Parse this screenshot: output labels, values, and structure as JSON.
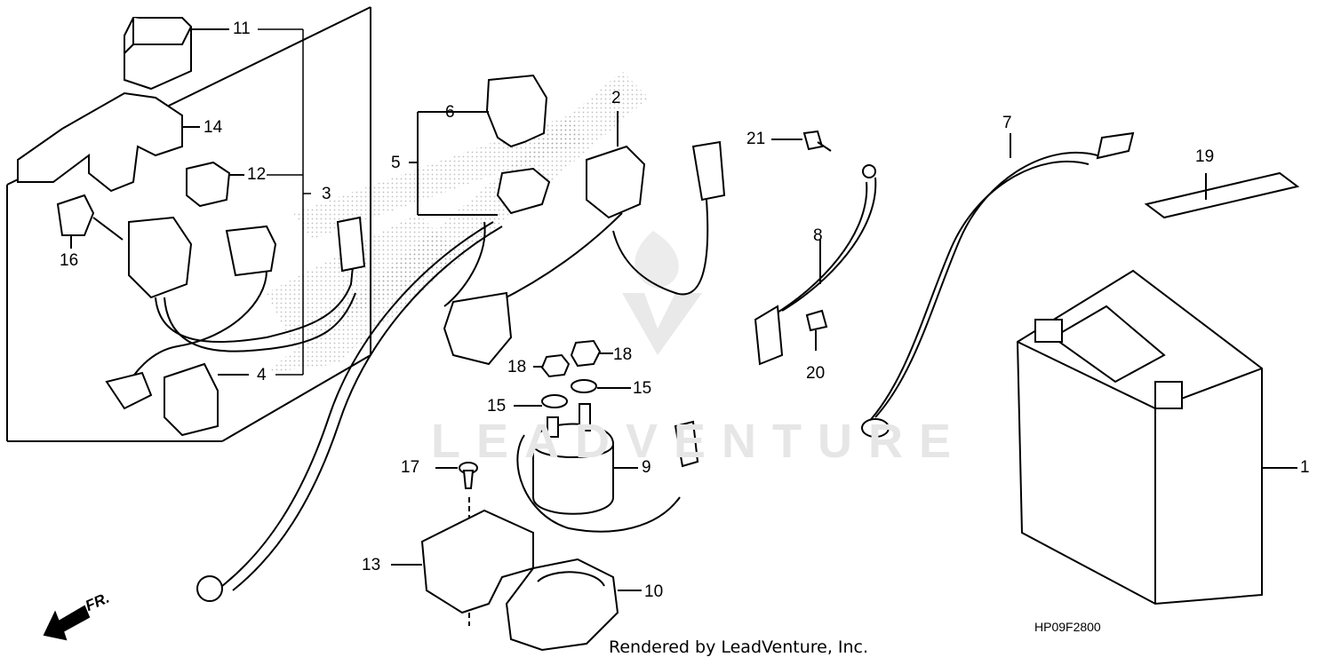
{
  "diagram": {
    "code": "HP09F2800",
    "credit": "Rendered by LeadVenture, Inc.",
    "watermark": "LEADVENTURE",
    "front_marker": "FR.",
    "callouts": [
      "1",
      "2",
      "3",
      "4",
      "5",
      "6",
      "7",
      "8",
      "9",
      "10",
      "11",
      "12",
      "13",
      "14",
      "15",
      "15",
      "16",
      "17",
      "18",
      "18",
      "19",
      "20",
      "21"
    ]
  },
  "colors": {
    "ink": "#000000",
    "paper": "#ffffff",
    "watermark": "#e6e6e6",
    "stipple": "#9a9a9a"
  }
}
